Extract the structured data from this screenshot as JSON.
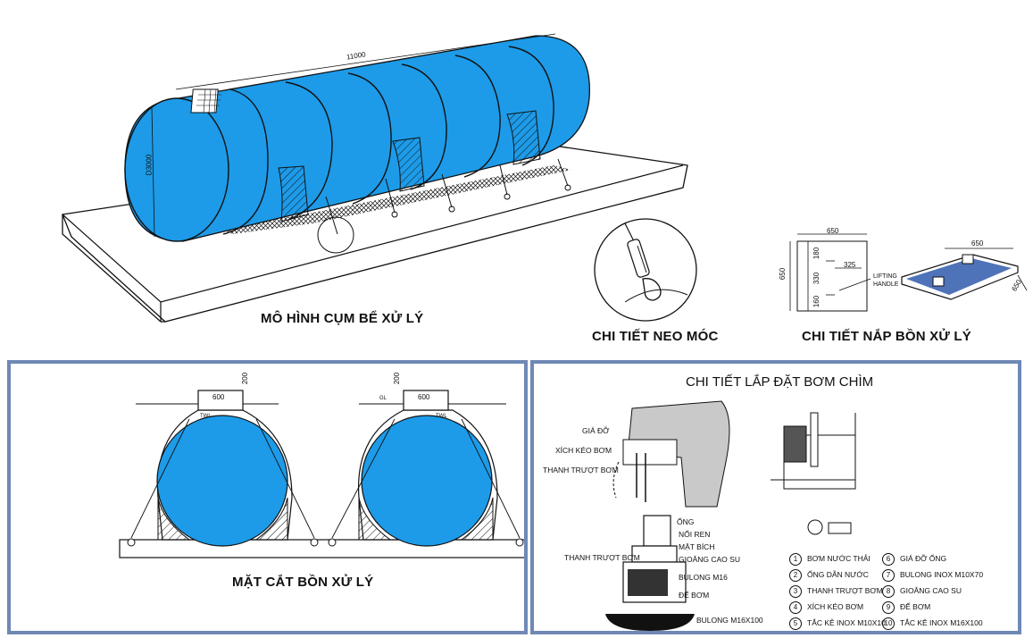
{
  "colors": {
    "water": "#1d9be8",
    "frame": "#6f88b5",
    "ink": "#111111",
    "concrete": "#ffffff",
    "grey_fill": "#c9c9c9"
  },
  "model": {
    "caption": "MÔ HÌNH CỤM BỂ XỬ LÝ",
    "length_dim": "11000",
    "diameter_dim": "D3000"
  },
  "anchor": {
    "caption": "CHI TIẾT NEO MÓC"
  },
  "lid": {
    "caption": "CHI TIẾT NẮP BỒN XỬ LÝ",
    "dims": {
      "top": "650",
      "left": "650",
      "d180": "180",
      "d330": "330",
      "d160": "160",
      "d325": "325",
      "iso_a": "650",
      "iso_b": "650"
    },
    "handle_label_1": "LIFTING",
    "handle_label_2": "HANDLE"
  },
  "section": {
    "caption": "MẶT CẮT BỒN XỬ LÝ",
    "tank_left": {
      "neck": "600",
      "rise": "200",
      "twl": "TWL"
    },
    "tank_right": {
      "neck": "600",
      "rise": "200",
      "twl": "TWL",
      "gl": "GL"
    }
  },
  "pump": {
    "title": "CHI TIẾT LẮP ĐẶT BƠM CHÌM",
    "labels": {
      "gia_do": "GIÁ ĐỠ",
      "xich_keo": "XÍCH KÉO BƠM",
      "thanh_truot_1": "THANH TRƯỢT BƠM",
      "ong": "ỐNG",
      "noi_ren": "NỐI REN",
      "mat_bich": "MẶT BÍCH",
      "giong": "GIOĂNG CAO SU",
      "thanh_truot_2": "THANH TRƯỢT BƠM",
      "bulong_m16": "BULONG M16",
      "de_bom": "ĐẾ BƠM",
      "bulong_m16x100": "BULONG M16X100"
    },
    "legend_left": [
      {
        "n": "1",
        "t": "BƠM NƯỚC THẢI"
      },
      {
        "n": "2",
        "t": "ỐNG DẪN NƯỚC"
      },
      {
        "n": "3",
        "t": "THANH TRƯỢT BƠM"
      },
      {
        "n": "4",
        "t": "XÍCH KÉO BƠM"
      },
      {
        "n": "5",
        "t": "TẮC KÊ INOX M10X10"
      }
    ],
    "legend_right": [
      {
        "n": "6",
        "t": "GIÁ ĐỠ ỐNG"
      },
      {
        "n": "7",
        "t": "BULONG INOX M10X70"
      },
      {
        "n": "8",
        "t": "GIOĂNG CAO SU"
      },
      {
        "n": "9",
        "t": "ĐẾ BƠM"
      },
      {
        "n": "10",
        "t": "TẮC KÊ INOX M16X100"
      }
    ]
  }
}
